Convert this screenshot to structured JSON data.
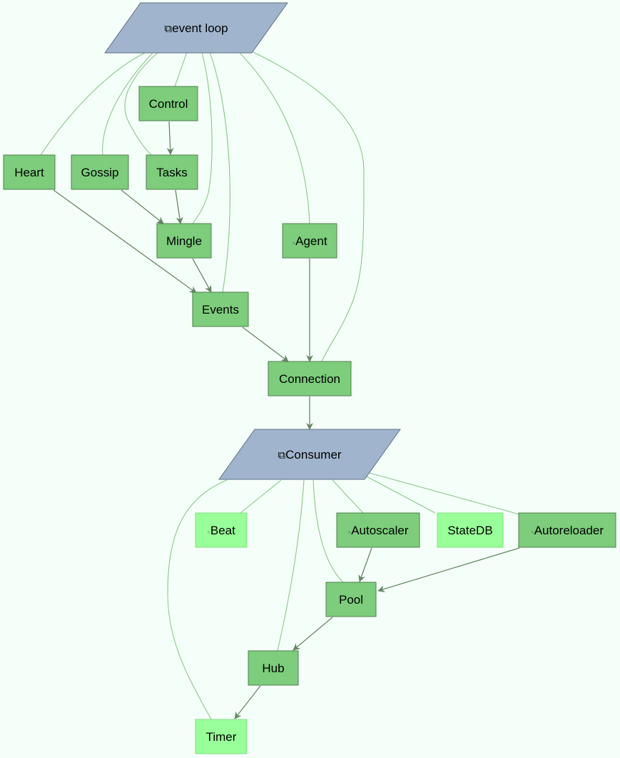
{
  "colors": {
    "background": "#f5fff9",
    "hub_fill": "#a0b5cd",
    "hub_stroke": "#5f7088",
    "node_fill": "#7dcd7c",
    "node_stroke": "#4e7f4d",
    "light_fill": "#99ff99",
    "light_stroke": "#88dd88",
    "dependency_edge": "#668866",
    "membership_edge": "#8ac58a"
  },
  "icons": {
    "namespace": "overlapping-squares-icon",
    "optional": "small-circle-icon"
  },
  "nodes": [
    {
      "id": "eventloop",
      "label": "event loop",
      "shape": "parallelogram",
      "style": "hub",
      "glyph": "⧉"
    },
    {
      "id": "control",
      "label": "Control",
      "shape": "box",
      "style": "normal",
      "glyph": ""
    },
    {
      "id": "heart",
      "label": "Heart",
      "shape": "box",
      "style": "normal",
      "glyph": ""
    },
    {
      "id": "gossip",
      "label": "Gossip",
      "shape": "box",
      "style": "normal",
      "glyph": ""
    },
    {
      "id": "tasks",
      "label": "Tasks",
      "shape": "box",
      "style": "normal",
      "glyph": ""
    },
    {
      "id": "mingle",
      "label": "Mingle",
      "shape": "box",
      "style": "normal",
      "glyph": ""
    },
    {
      "id": "agent",
      "label": "Agent",
      "shape": "box",
      "style": "normal",
      "glyph": "◦"
    },
    {
      "id": "events",
      "label": "Events",
      "shape": "box",
      "style": "normal",
      "glyph": ""
    },
    {
      "id": "connection",
      "label": "Connection",
      "shape": "box",
      "style": "normal",
      "glyph": ""
    },
    {
      "id": "consumer",
      "label": "Consumer",
      "shape": "parallelogram",
      "style": "hub",
      "glyph": "⧉"
    },
    {
      "id": "beat",
      "label": "Beat",
      "shape": "box",
      "style": "light",
      "glyph": "◦"
    },
    {
      "id": "autoscaler",
      "label": "Autoscaler",
      "shape": "box",
      "style": "normal",
      "glyph": "◦"
    },
    {
      "id": "statedb",
      "label": "StateDB",
      "shape": "box",
      "style": "light",
      "glyph": ""
    },
    {
      "id": "autoreloader",
      "label": "Autoreloader",
      "shape": "box",
      "style": "normal",
      "glyph": "◦"
    },
    {
      "id": "pool",
      "label": "Pool",
      "shape": "box",
      "style": "normal",
      "glyph": ""
    },
    {
      "id": "hub",
      "label": "Hub",
      "shape": "box",
      "style": "normal",
      "glyph": ""
    },
    {
      "id": "timer",
      "label": "Timer",
      "shape": "box",
      "style": "light",
      "glyph": ""
    }
  ],
  "edges": [
    {
      "from": "control",
      "to": "tasks",
      "kind": "dependency"
    },
    {
      "from": "heart",
      "to": "events",
      "kind": "dependency"
    },
    {
      "from": "gossip",
      "to": "mingle",
      "kind": "dependency"
    },
    {
      "from": "tasks",
      "to": "mingle",
      "kind": "dependency"
    },
    {
      "from": "mingle",
      "to": "events",
      "kind": "dependency"
    },
    {
      "from": "events",
      "to": "connection",
      "kind": "dependency"
    },
    {
      "from": "agent",
      "to": "connection",
      "kind": "dependency"
    },
    {
      "from": "connection",
      "to": "consumer",
      "kind": "dependency"
    },
    {
      "from": "autoscaler",
      "to": "pool",
      "kind": "dependency"
    },
    {
      "from": "autoreloader",
      "to": "pool",
      "kind": "dependency"
    },
    {
      "from": "pool",
      "to": "hub",
      "kind": "dependency"
    },
    {
      "from": "hub",
      "to": "timer",
      "kind": "dependency"
    },
    {
      "from": "eventloop",
      "to": "heart",
      "kind": "membership"
    },
    {
      "from": "eventloop",
      "to": "gossip",
      "kind": "membership"
    },
    {
      "from": "eventloop",
      "to": "tasks",
      "kind": "membership"
    },
    {
      "from": "eventloop",
      "to": "control",
      "kind": "membership"
    },
    {
      "from": "eventloop",
      "to": "mingle",
      "kind": "membership"
    },
    {
      "from": "eventloop",
      "to": "events",
      "kind": "membership"
    },
    {
      "from": "eventloop",
      "to": "agent",
      "kind": "membership"
    },
    {
      "from": "eventloop",
      "to": "connection",
      "kind": "membership"
    },
    {
      "from": "consumer",
      "to": "timer",
      "kind": "membership"
    },
    {
      "from": "consumer",
      "to": "beat",
      "kind": "membership"
    },
    {
      "from": "consumer",
      "to": "hub",
      "kind": "membership"
    },
    {
      "from": "consumer",
      "to": "pool",
      "kind": "membership"
    },
    {
      "from": "consumer",
      "to": "autoscaler",
      "kind": "membership"
    },
    {
      "from": "consumer",
      "to": "statedb",
      "kind": "membership"
    },
    {
      "from": "consumer",
      "to": "autoreloader",
      "kind": "membership"
    }
  ]
}
